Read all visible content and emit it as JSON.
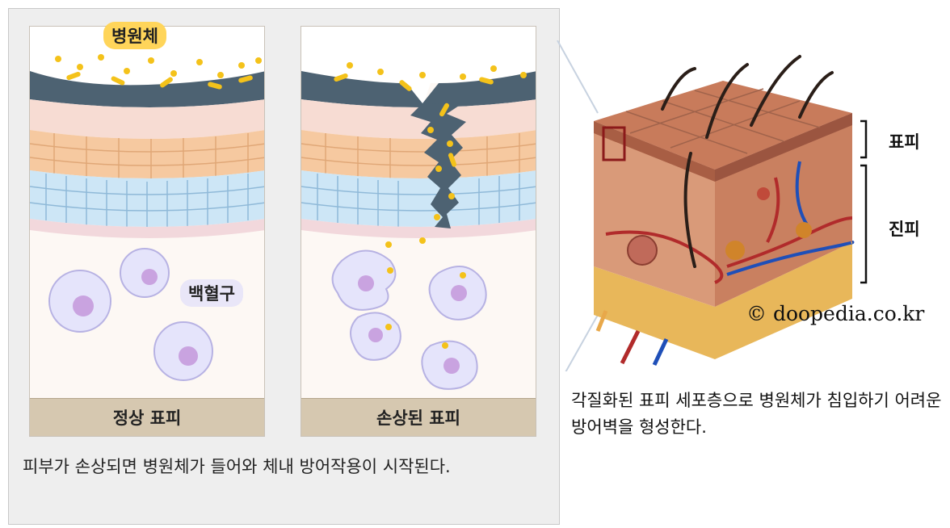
{
  "left_panel": {
    "pathogen_tag": "병원체",
    "wbc_tag": "백혈구",
    "normal_caption": "정상 표피",
    "damaged_caption": "손상된 표피",
    "description": "피부가 손상되면 병원체가 들어와 체내 방어작용이 시작된다."
  },
  "right_panel": {
    "epidermis_label": "표피",
    "dermis_label": "진피",
    "copyright": "© doopedia.co.kr",
    "description": "각질화된 표피 세포층으로 병원체가 침입하기 어려운 방어벽을 형성한다."
  },
  "colors": {
    "pathogen": "#f4c21a",
    "epidermis": "#f6c9a0",
    "basal": "#cde6f6",
    "wbc": "#e5e4fb",
    "nucleus": "#c9a3e0",
    "caption_band": "#d6c8b0"
  }
}
